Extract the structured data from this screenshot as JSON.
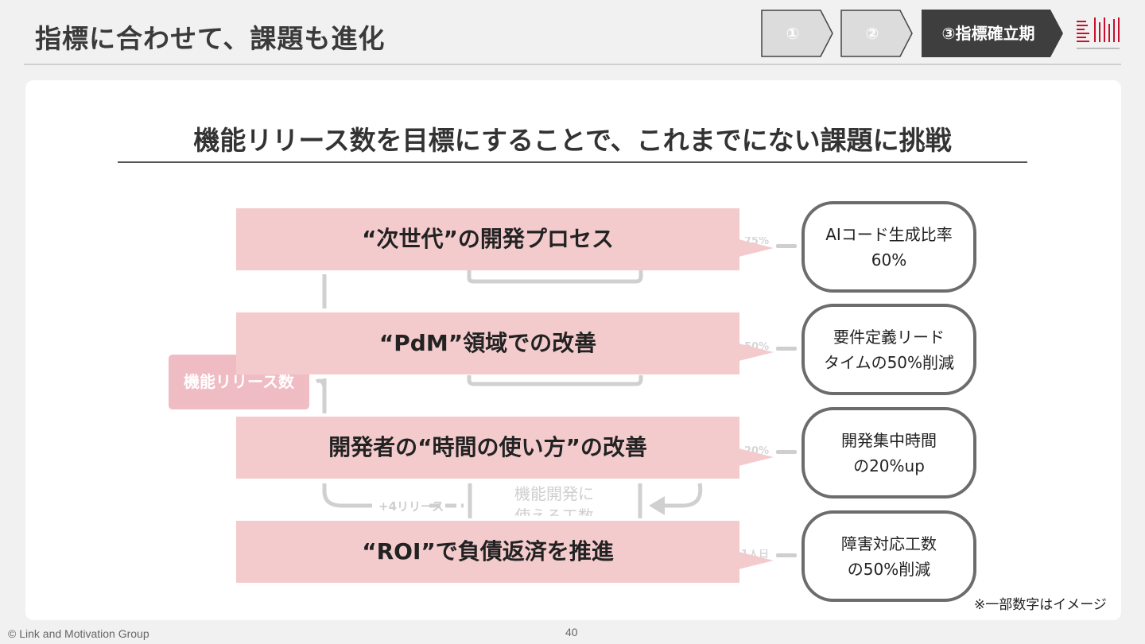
{
  "header": {
    "title": "指標に合わせて、課題も進化",
    "steps": [
      {
        "label": "①",
        "active": false
      },
      {
        "label": "②",
        "active": false
      },
      {
        "label": "③指標確立期",
        "active": true
      }
    ]
  },
  "main": {
    "headline": "機能リリース数を目標にすることで、これまでにない課題に挑戦",
    "background_labels": {
      "chip": "機能リリース数",
      "release_increment": "+4リリース",
      "dev_effort_line1": "機能開発に",
      "dev_effort_line2": "使える工数",
      "peek_1": "75%",
      "peek_2": "50%",
      "peek_3": "20%",
      "peek_4": "1人日"
    },
    "initiatives": [
      {
        "label": "“次世代”の開発プロセス",
        "kpi_line1": "AIコード生成比率",
        "kpi_line2": "60%"
      },
      {
        "label": "“PdM”領域での改善",
        "kpi_line1": "要件定義リード",
        "kpi_line2": "タイムの50%削減"
      },
      {
        "label": "開発者の“時間の使い方”の改善",
        "kpi_line1": "開発集中時間",
        "kpi_line2": "の20%up"
      },
      {
        "label": "“ROI”で負債返済を推進",
        "kpi_line1": "障害対応工数",
        "kpi_line2": "の50%削減"
      }
    ],
    "note": "※一部数字はイメージ"
  },
  "footer": {
    "copyright": "© Link and Motivation Group",
    "page_number": "40"
  },
  "colors": {
    "band": "#f4cbcd",
    "chip": "#f0b9c1",
    "step_inactive": "#dcdcdc",
    "step_active": "#3e3e3e",
    "kpi_border": "#6c6c6c",
    "logo_red": "#c8102e"
  }
}
